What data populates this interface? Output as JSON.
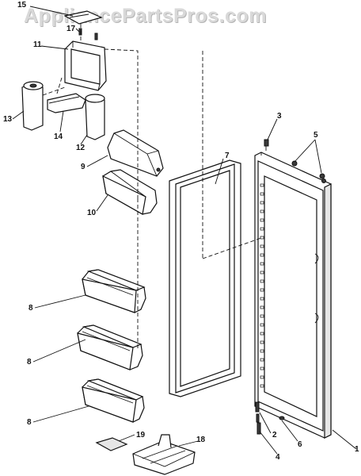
{
  "watermark": "AppliancePartsPros.com",
  "callouts": {
    "c1": "1",
    "c2": "2",
    "c3": "3",
    "c4": "4",
    "c5": "5",
    "c6": "6",
    "c7": "7",
    "c8a": "8",
    "c8b": "8",
    "c8c": "8",
    "c9": "9",
    "c10": "10",
    "c11": "11",
    "c12": "12",
    "c13": "13",
    "c14": "14",
    "c15": "15",
    "c17": "17",
    "c18": "18",
    "c19": "19"
  }
}
